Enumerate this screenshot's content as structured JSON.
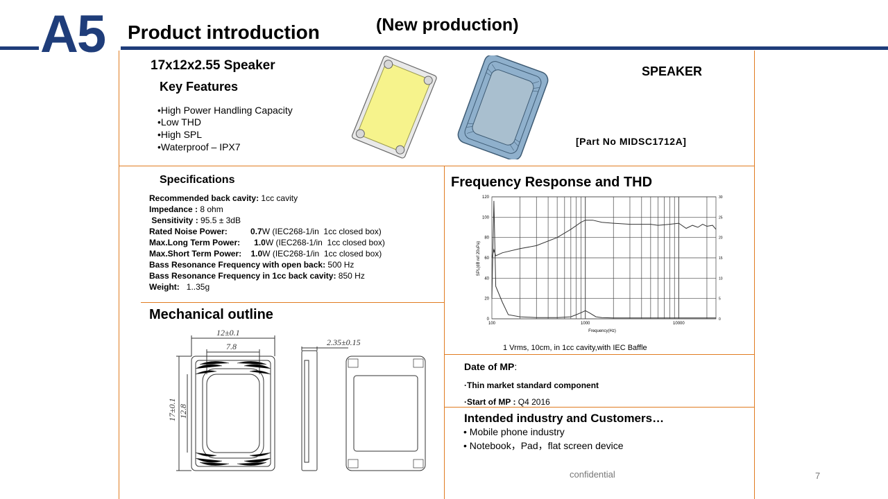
{
  "header": {
    "section": "A5",
    "title": "Product introduction",
    "subtitle": "(New production)"
  },
  "product": {
    "name": "17x12x2.55 Speaker",
    "type_label": "SPEAKER",
    "part_no": "[Part No  MIDSC1712A]"
  },
  "key_features": {
    "title": "Key Features",
    "items": [
      "•High Power Handling Capacity",
      "•Low THD",
      "•High SPL",
      "•Waterproof – IPX7"
    ]
  },
  "specifications": {
    "title": "Specifications",
    "rows": [
      {
        "label": "Recommended back cavity:",
        "value": " 1cc cavity"
      },
      {
        "label": "Impedance :",
        "value": " 8 ohm"
      },
      {
        "label": " Sensitivity :",
        "value": " 95.5 ± 3dB"
      },
      {
        "label": "Rated Noise Power:          ",
        "value_bold": "0.7",
        "value": "W (IEC268-1/in  1cc closed box)"
      },
      {
        "label": "Max.Long Term Power:      ",
        "value_bold": "1.0",
        "value": "W (IEC268-1/in  1cc closed box)"
      },
      {
        "label": "Max.Short Term Power:    ",
        "value_bold": "1.0",
        "value": "W (IEC268-1/in  1cc closed box)"
      },
      {
        "label": "Bass Resonance Frequency with open back:",
        "value": " 500 Hz"
      },
      {
        "label": "Bass Resonance Frequency in 1cc back cavity:",
        "value": " 850 Hz"
      },
      {
        "label": "Weight:",
        "value": "   1..35g"
      }
    ]
  },
  "mechanical": {
    "title": "Mechanical outline",
    "dims": {
      "width": "12±0.1",
      "inner": "7.8",
      "height": "17±0.1",
      "inner_h": "12.8",
      "depth": "2.35±0.15"
    }
  },
  "frequency": {
    "title": "Frequency Response and THD",
    "caption": "1 Vrms, 10cm, in 1cc cavity,with IEC Baffle"
  },
  "chart_data": {
    "type": "line",
    "title": "",
    "xlabel": "Frequency(Hz)",
    "ylabel": "SPL(dB ref 20uPa)",
    "xscale": "log",
    "xlim": [
      100,
      25000
    ],
    "ylim": [
      0,
      120
    ],
    "y2lim": [
      0,
      30
    ],
    "x_ticks": [
      "100",
      "1000",
      "10000"
    ],
    "y_ticks": [
      "0",
      "20",
      "40",
      "60",
      "80",
      "100",
      "120"
    ],
    "y2_ticks": [
      "0",
      "5",
      "10",
      "15",
      "20",
      "25",
      "30"
    ],
    "series": [
      {
        "axis": "left",
        "x": [
          100,
          105,
          110,
          130,
          200,
          300,
          500,
          700,
          900,
          1000,
          1200,
          1500,
          2000,
          3000,
          4000,
          5000,
          6000,
          8000,
          10000,
          12000,
          14000,
          16000,
          18000,
          20000,
          23000,
          25000
        ],
        "y": [
          60,
          68,
          62,
          65,
          69,
          72,
          80,
          88,
          95,
          97,
          97,
          95,
          94,
          93,
          93,
          93,
          92,
          93,
          94,
          89,
          92,
          90,
          93,
          91,
          92,
          88
        ]
      },
      {
        "axis": "right",
        "x": [
          100,
          105,
          110,
          130,
          150,
          200,
          300,
          500,
          700,
          800,
          900,
          1000,
          1100,
          1300,
          1500,
          2000,
          3000,
          5000,
          10000,
          25000
        ],
        "y": [
          5,
          29,
          8,
          4,
          1,
          0.5,
          0.3,
          0.3,
          0.5,
          1,
          1.5,
          2,
          1.5,
          0.5,
          0.3,
          0.2,
          0.2,
          0.2,
          0.2,
          0.2
        ]
      }
    ]
  },
  "date_of_mp": {
    "title": "Date of MP",
    "title_suffix": ":",
    "line1": "·Thin market standard component",
    "line2_label": "·Start of MP :",
    "line2_value": " Q4  2016"
  },
  "industry": {
    "title": "Intended industry  and Customers…",
    "items": [
      "•   Mobile phone industry",
      "•   Notebook，Pad，flat screen device"
    ]
  },
  "footer": {
    "confidential": "confidential",
    "page": "7"
  },
  "colors": {
    "navy": "#1f3d7a",
    "divider": "#e07b1f",
    "cone_yellow": "#f6f38c",
    "frame_blue": "#8fb0cc"
  }
}
